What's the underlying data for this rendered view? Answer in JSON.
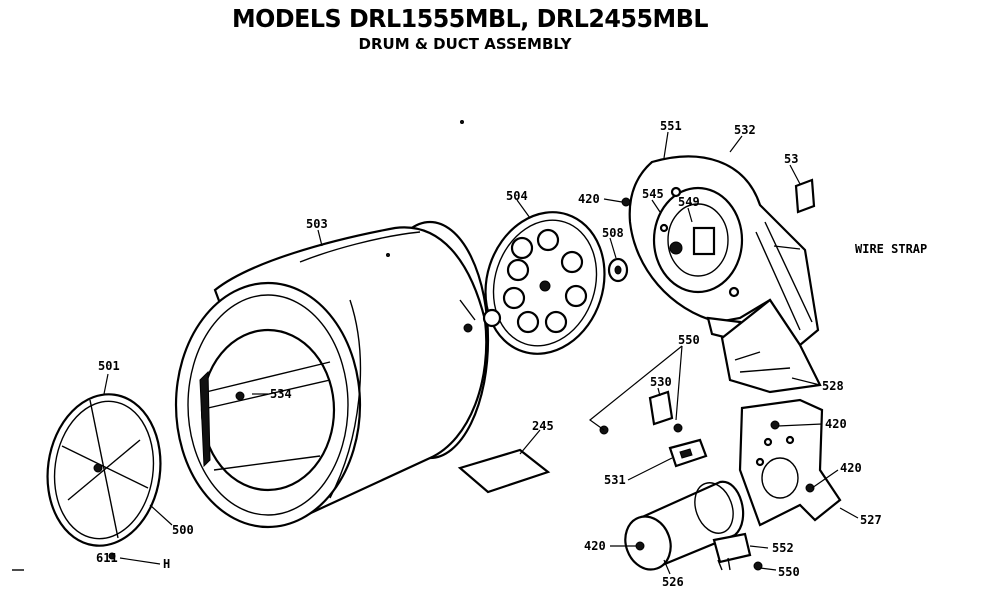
{
  "header": {
    "title": "MODELS DRL1555MBL, DRL2455MBL",
    "subtitle": "DRUM & DUCT ASSEMBLY"
  },
  "callouts": {
    "c503": "503",
    "c504": "504",
    "c501": "501",
    "c534": "534",
    "c500": "500",
    "c611": "611",
    "cH": "H",
    "c245": "245",
    "c420a": "420",
    "c551": "551",
    "c532": "532",
    "c53": "53",
    "c545": "545",
    "c549": "549",
    "c508": "508",
    "wire_strap": "WIRE STRAP",
    "c550a": "550",
    "c528": "528",
    "c530": "530",
    "c420b": "420",
    "c420c": "420",
    "c527": "527",
    "c531": "531",
    "c420d": "420",
    "c526": "526",
    "c552": "552",
    "c550b": "550"
  }
}
